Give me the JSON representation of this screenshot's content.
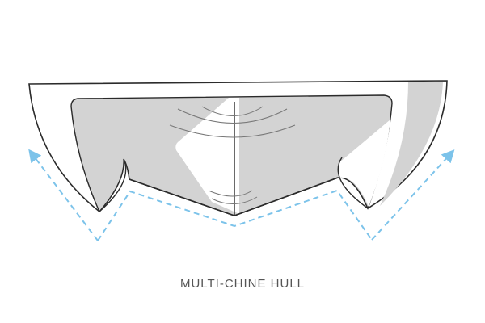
{
  "caption": "MULTI-CHINE HULL",
  "colors": {
    "outline": "#2b2b2b",
    "fill": "#d3d3d3",
    "arrow": "#7cc3ea",
    "caption": "#555555"
  },
  "icons": [
    "hull-diagram",
    "dashed-arrow-path"
  ]
}
